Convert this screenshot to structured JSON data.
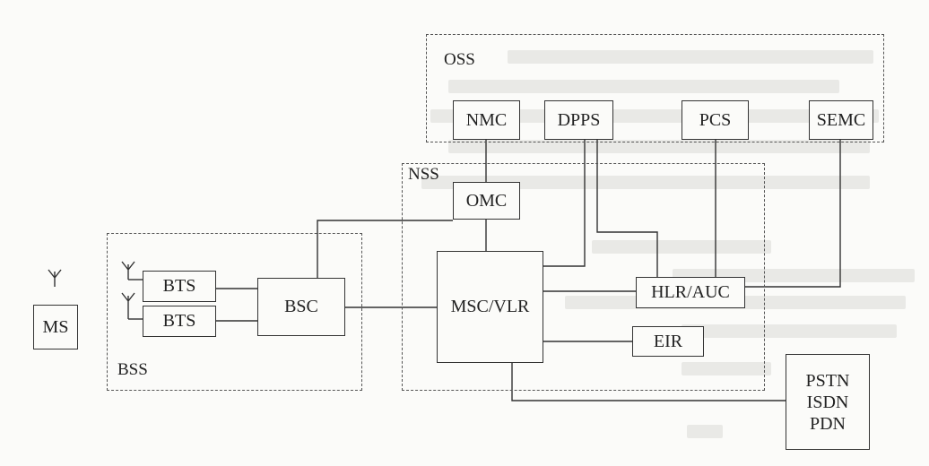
{
  "groups": {
    "oss": "OSS",
    "nss": "NSS",
    "bss": "BSS"
  },
  "nodes": {
    "ms": "MS",
    "bts_upper": "BTS",
    "bts_lower": "BTS",
    "bsc": "BSC",
    "msc_vlr": "MSC/VLR",
    "omc": "OMC",
    "nmc": "NMC",
    "dpps": "DPPS",
    "pcs": "PCS",
    "semc": "SEMC",
    "hlr_auc": "HLR/AUC",
    "eir": "EIR",
    "pstn": "PSTN",
    "isdn": "ISDN",
    "pdn": "PDN"
  },
  "colors": {
    "line": "#333333",
    "dashed_border": "#555555",
    "bleed_through_text": "#e9e9e6"
  }
}
